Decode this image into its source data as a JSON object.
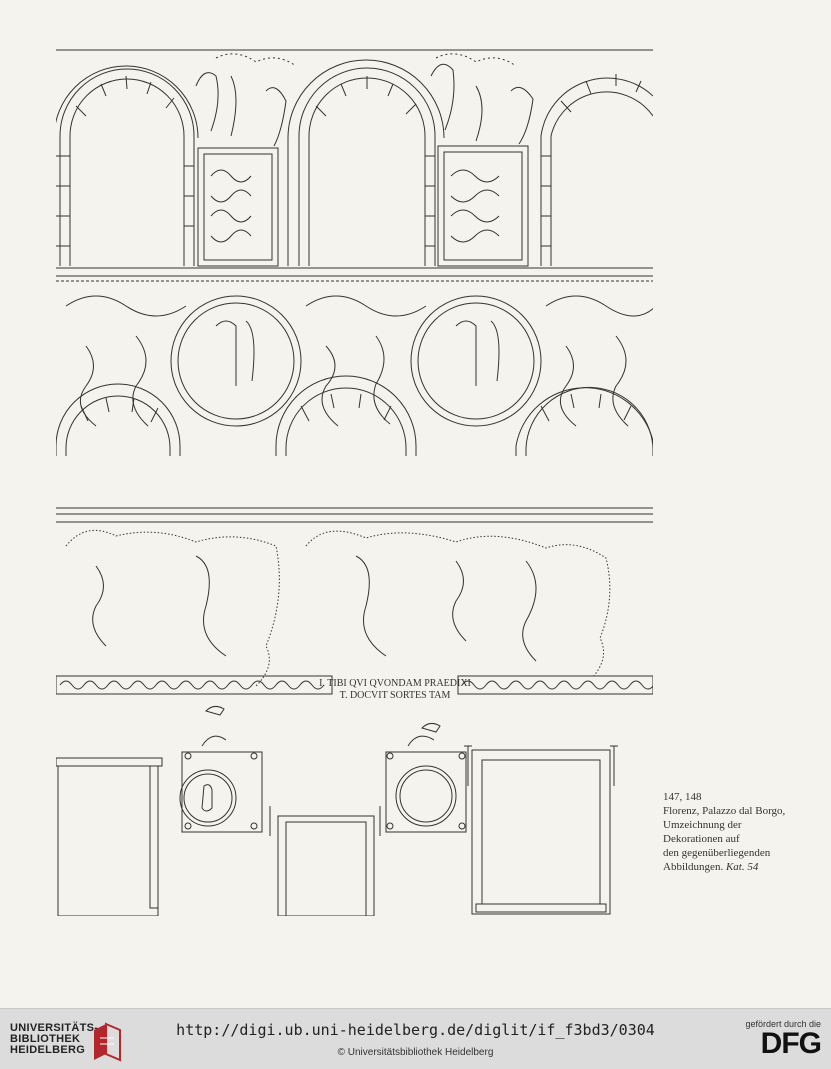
{
  "caption": {
    "line1": "147, 148",
    "line2": "Florenz, Palazzo dal Borgo,",
    "line3": "Umzeichnung der",
    "line4": "Dekorationen auf",
    "line5": "den gegenüberliegenden",
    "line6_text": "Abbildungen.",
    "line6_ref": "Kat. 54"
  },
  "inscription": {
    "line1": "I. TIBI QVI QVONDAM PRAEDIXI",
    "line2": "T. DOCVIT SORTES TAM"
  },
  "footer": {
    "logo_line1": "UNIVERSITÄTS-",
    "logo_line2": "BIBLIOTHEK",
    "logo_line3": "HEIDELBERG",
    "url": "http://digi.ub.uni-heidelberg.de/diglit/if_f3bd3/0304",
    "copyright": "© Universitätsbibliothek Heidelberg",
    "funder_note": "gefördert durch die",
    "funder_logo": "DFG"
  },
  "colors": {
    "ink": "#333333",
    "paper": "#f5f3ee",
    "footer_bg": "#dcdcdc",
    "logo_red": "#b3262b"
  }
}
